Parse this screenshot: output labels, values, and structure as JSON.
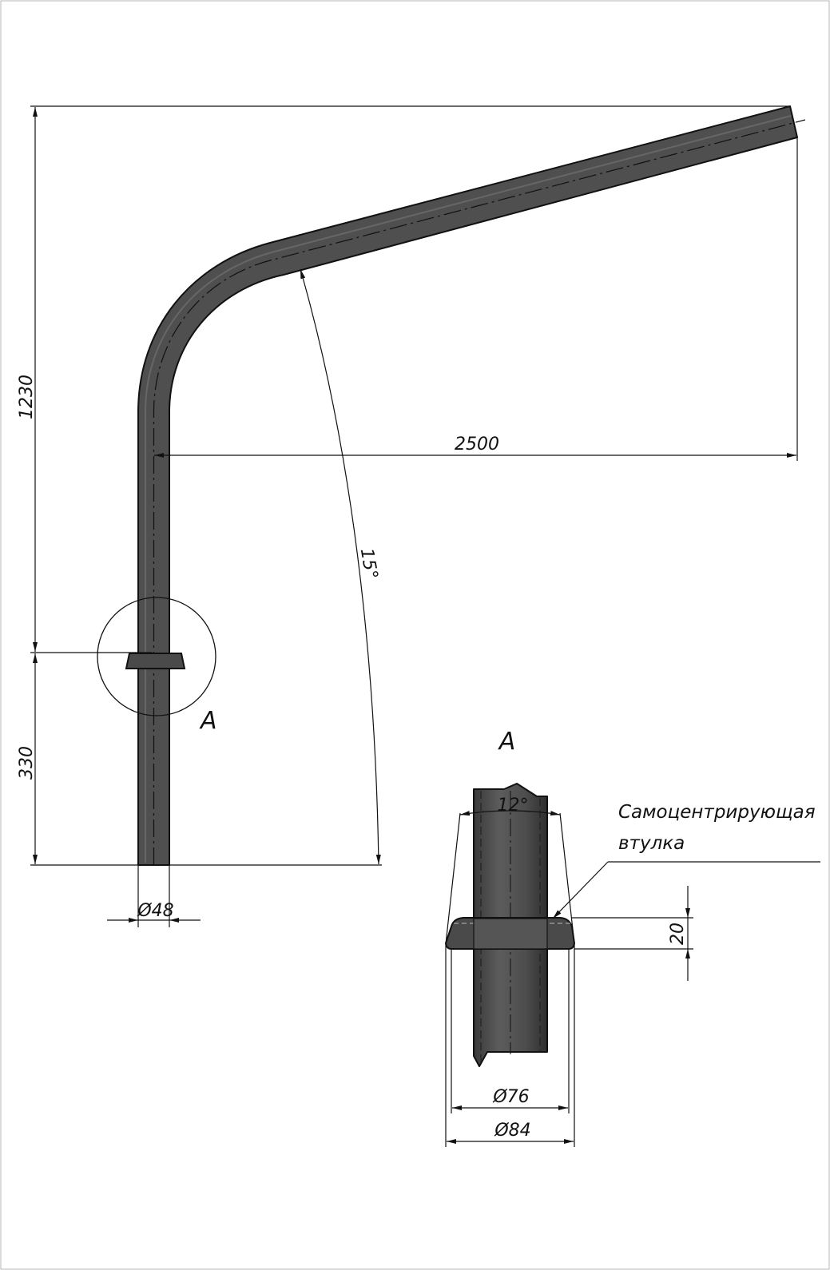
{
  "drawing": {
    "main_view": {
      "height_total": "1230",
      "height_lower": "330",
      "reach": "2500",
      "angle": "15°",
      "pipe_diameter": "Ø48",
      "detail_ref": "A"
    },
    "detail_view": {
      "title": "A",
      "taper_angle": "12°",
      "callout_line1": "Самоцентрирующая",
      "callout_line2": "втулка",
      "bushing_height": "20",
      "inner_diameter": "Ø76",
      "outer_diameter": "Ø84"
    }
  },
  "colors": {
    "pipe_fill": "#4f4f4f",
    "outline": "#111111",
    "background": "#ffffff"
  }
}
